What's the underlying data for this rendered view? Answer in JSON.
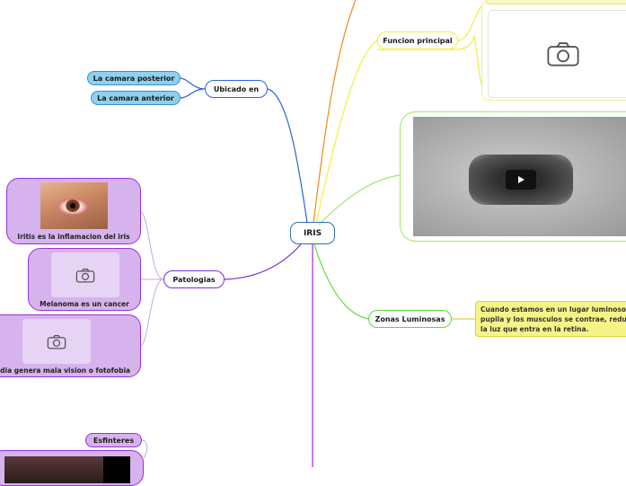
{
  "root": {
    "label": "IRIS"
  },
  "branches": {
    "ubicado_en": {
      "label": "Ubicado en",
      "children": [
        "La camara posterior",
        "La camara anterior"
      ]
    },
    "patologias": {
      "label": "Patologias",
      "children": [
        {
          "caption": "Iritis es la inflamacion del iris",
          "media": "eye-photo"
        },
        {
          "caption": "Melanoma es un cancer",
          "media": "image-placeholder"
        },
        {
          "caption": "ridia genera mala vision o fotofobia",
          "media": "image-placeholder"
        }
      ]
    },
    "funcion_principal": {
      "label": "Funcion principal",
      "media": "image-placeholder"
    },
    "video": {
      "media": "video-player"
    },
    "zonas_luminosas": {
      "label": "Zonas Luminosas",
      "note": "Cuando estamos en un lugar luminoso la\npupila y los musculos se contrae, reducio\nla luz que entra en la retina."
    },
    "esfinteres": {
      "label": "Esfinteres",
      "media": "photo"
    }
  },
  "colors": {
    "root_border": "#2a6fbf",
    "ubicado_edge": "#2b63d8",
    "patologias_edge": "#7b2fd0",
    "funcion_edge": "#f2ee3c",
    "video_edge": "#9ee86a",
    "zonas_edge": "#5cdd35",
    "esfinteres_edge": "#b11fe0",
    "orange_edge": "#f08a1c"
  },
  "icons": {
    "placeholder": "camera-icon",
    "video": "play-icon"
  }
}
